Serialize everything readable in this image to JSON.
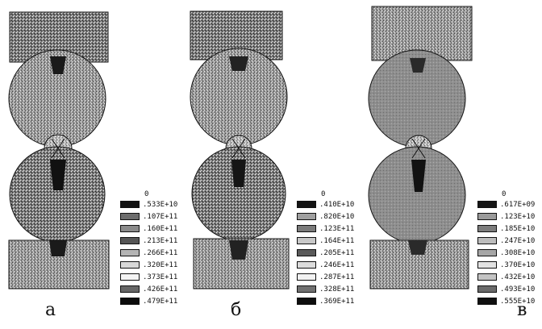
{
  "panels": [
    {
      "label": "а",
      "legend": {
        "zero": "0",
        "entries": [
          {
            "value": ".533E+10",
            "color": "#121212"
          },
          {
            "value": ".107E+11",
            "color": "#6d6d6d"
          },
          {
            "value": ".160E+11",
            "color": "#8a8a8a"
          },
          {
            "value": ".213E+11",
            "color": "#555555"
          },
          {
            "value": ".266E+11",
            "color": "#b4b4b4"
          },
          {
            "value": ".320E+11",
            "color": "#d8d8d8"
          },
          {
            "value": ".373E+11",
            "color": "#f4f4f4"
          },
          {
            "value": ".426E+11",
            "color": "#666666"
          },
          {
            "value": ".479E+11",
            "color": "#0c0c0c"
          }
        ]
      }
    },
    {
      "label": "б",
      "legend": {
        "zero": "0",
        "entries": [
          {
            "value": ".410E+10",
            "color": "#141414"
          },
          {
            "value": ".820E+10",
            "color": "#a0a0a0"
          },
          {
            "value": ".123E+11",
            "color": "#7a7a7a"
          },
          {
            "value": ".164E+11",
            "color": "#c8c8c8"
          },
          {
            "value": ".205E+11",
            "color": "#5a5a5a"
          },
          {
            "value": ".246E+11",
            "color": "#dcdcdc"
          },
          {
            "value": ".287E+11",
            "color": "#f2f2f2"
          },
          {
            "value": ".328E+11",
            "color": "#707070"
          },
          {
            "value": ".369E+11",
            "color": "#0e0e0e"
          }
        ]
      }
    },
    {
      "label": "в",
      "legend": {
        "zero": "0",
        "entries": [
          {
            "value": ".617E+09",
            "color": "#161616"
          },
          {
            "value": ".123E+10",
            "color": "#9a9a9a"
          },
          {
            "value": ".185E+10",
            "color": "#7c7c7c"
          },
          {
            "value": ".247E+10",
            "color": "#bdbdbd"
          },
          {
            "value": ".308E+10",
            "color": "#a6a6a6"
          },
          {
            "value": ".370E+10",
            "color": "#e2e2e2"
          },
          {
            "value": ".432E+10",
            "color": "#c4c4c4"
          },
          {
            "value": ".493E+10",
            "color": "#6a6a6a"
          },
          {
            "value": ".555E+10",
            "color": "#101010"
          }
        ]
      }
    }
  ]
}
